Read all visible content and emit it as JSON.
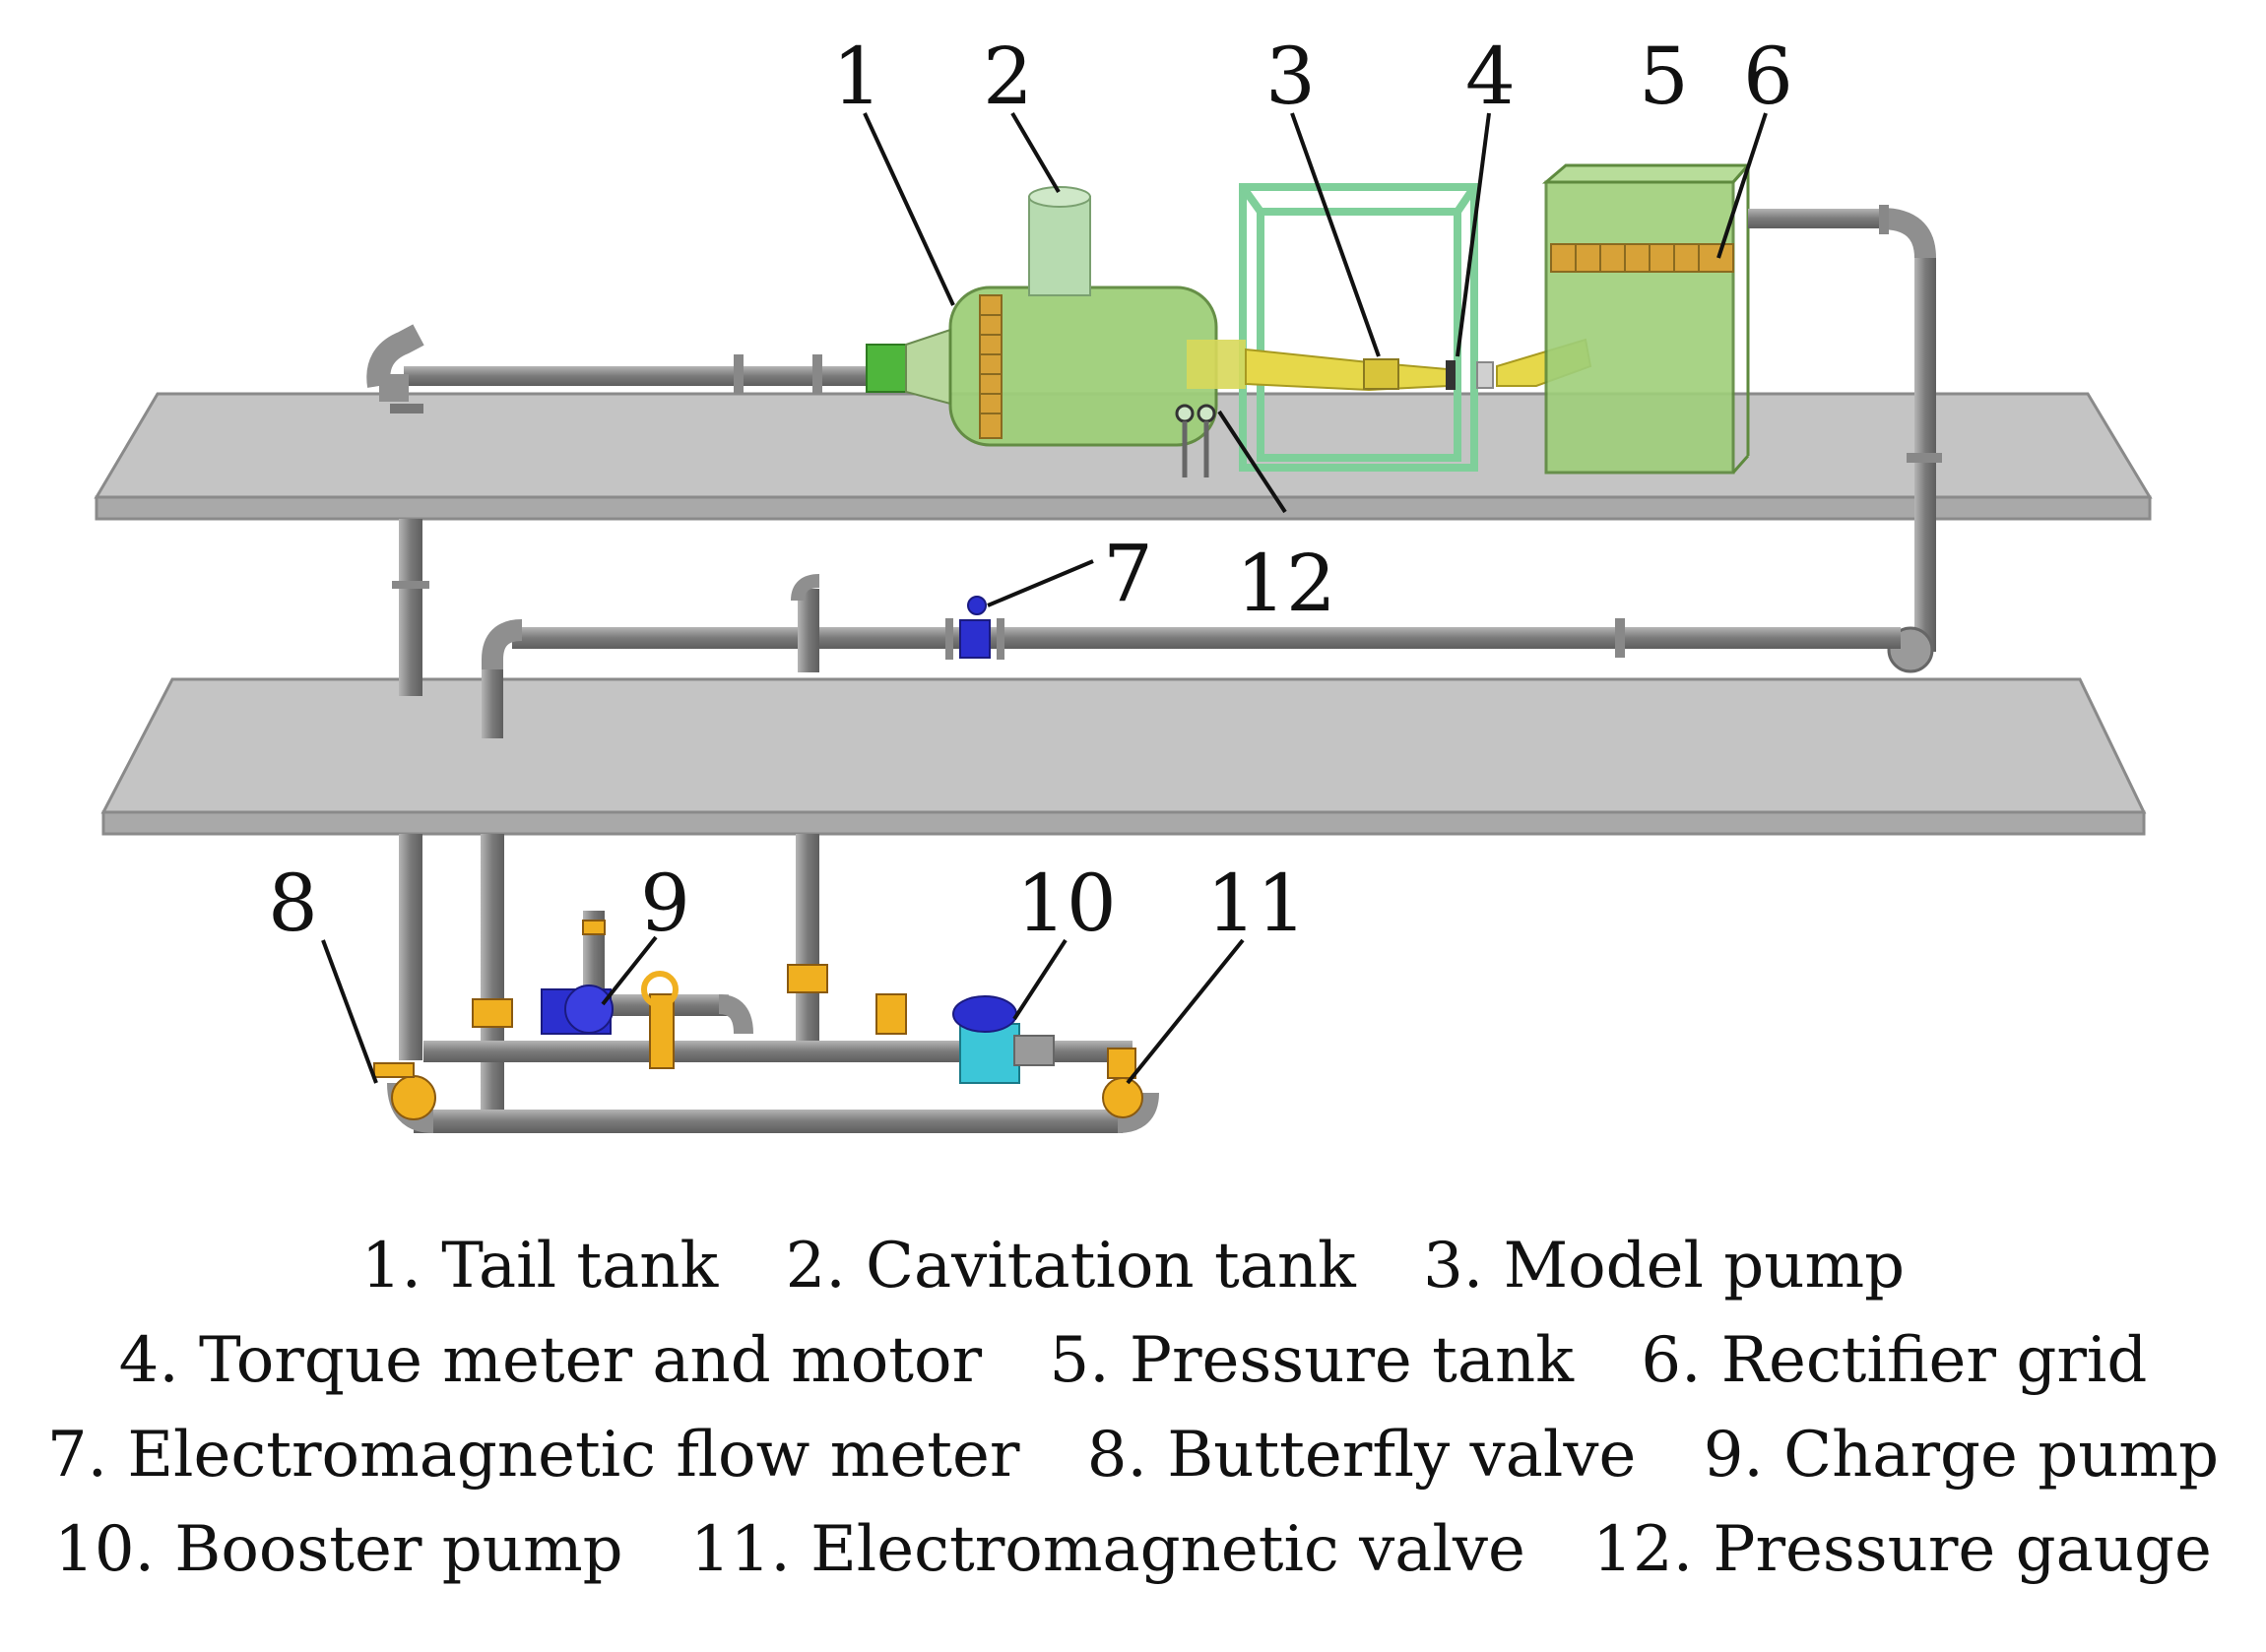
{
  "callouts": [
    "1",
    "2",
    "3",
    "4",
    "5",
    "6",
    "7",
    "8",
    "9",
    "10",
    "11",
    "12"
  ],
  "caption_lines": [
    [
      "1. Tail tank",
      "2. Cavitation tank",
      "3. Model pump"
    ],
    [
      "4. Torque meter and motor",
      "5. Pressure tank",
      "6. Rectifier grid"
    ],
    [
      "7. Electromagnetic flow meter",
      "8. Butterfly valve",
      "9. Charge pump"
    ],
    [
      "10. Booster pump",
      "11. Electromagnetic valve",
      "12. Pressure gauge"
    ]
  ],
  "colors": {
    "platform": "#c9c9c9",
    "pipe": "#8f8f8f",
    "tank_green": "#9fcf7a",
    "frame_green": "#8fd4a8",
    "model_pump_yellow": "#e6d84a",
    "valve_orange": "#f0b020",
    "charge_pump_blue": "#2b2fcf",
    "booster_pump_cyan": "#3cc6d8"
  }
}
